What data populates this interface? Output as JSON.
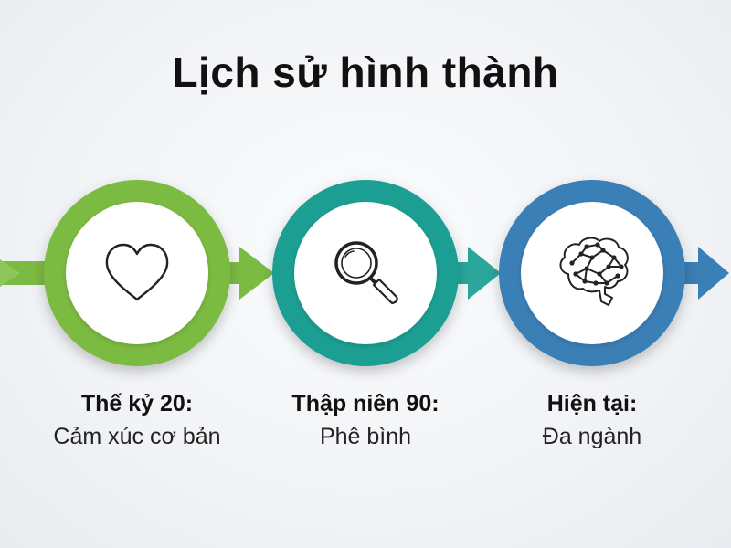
{
  "title": "Lịch sử hình thành",
  "steps": [
    {
      "heading": "Thế kỷ 20:",
      "description": "Cảm xúc cơ bản",
      "icon": "heart-icon",
      "color": "#7cbb43"
    },
    {
      "heading": "Thập niên 90:",
      "description": "Phê bình",
      "icon": "magnifier-icon",
      "color": "#1f9f93"
    },
    {
      "heading": "Hiện tại:",
      "description": "Đa ngành",
      "icon": "brain-network-icon",
      "color": "#3b7fb7"
    }
  ]
}
